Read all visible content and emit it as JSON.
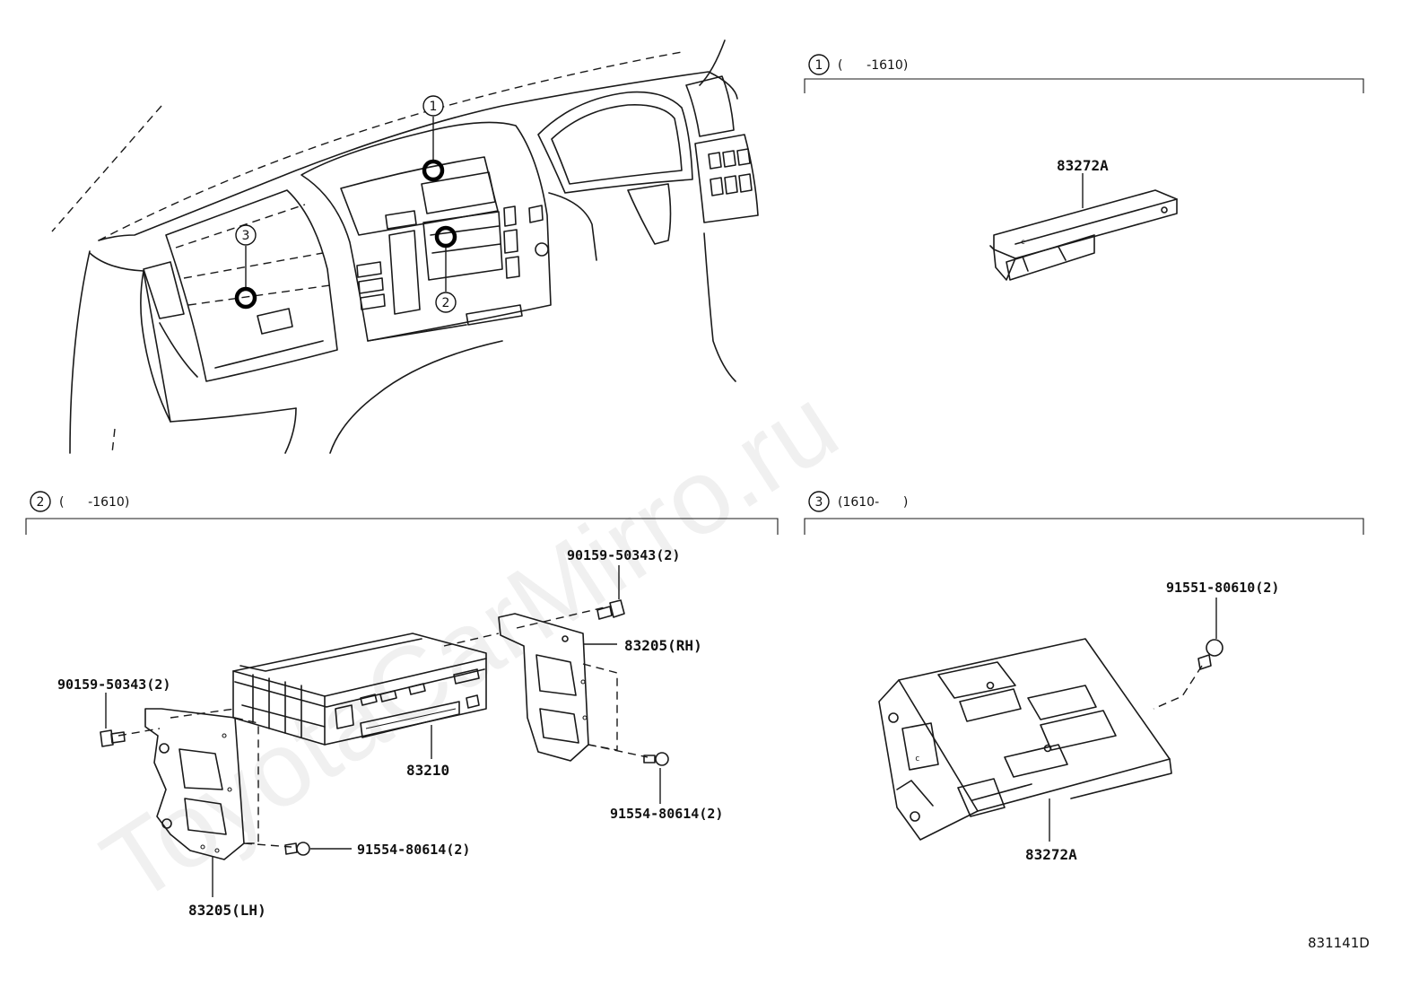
{
  "watermark": "ToyotaCarMirro.ru",
  "diagram_code": "831141D",
  "callouts": {
    "c1": "1",
    "c2": "2",
    "c3": "3"
  },
  "sections": {
    "s1": {
      "num": "1",
      "range": "(      -1610)"
    },
    "s2": {
      "num": "2",
      "range": "(      -1610)"
    },
    "s3": {
      "num": "3",
      "range": "(1610-      )"
    }
  },
  "parts": {
    "s1_unit": "83272A",
    "s2_bolt_top": "90159-50343(2)",
    "s2_bracket_rh": "83205(RH)",
    "s2_bolt_left": "90159-50343(2)",
    "s2_radio": "83210",
    "s2_screw_right": "91554-80614(2)",
    "s2_screw_left": "91554-80614(2)",
    "s2_bracket_lh": "83205(LH)",
    "s3_bolt": "91551-80610(2)",
    "s3_unit": "83272A"
  }
}
